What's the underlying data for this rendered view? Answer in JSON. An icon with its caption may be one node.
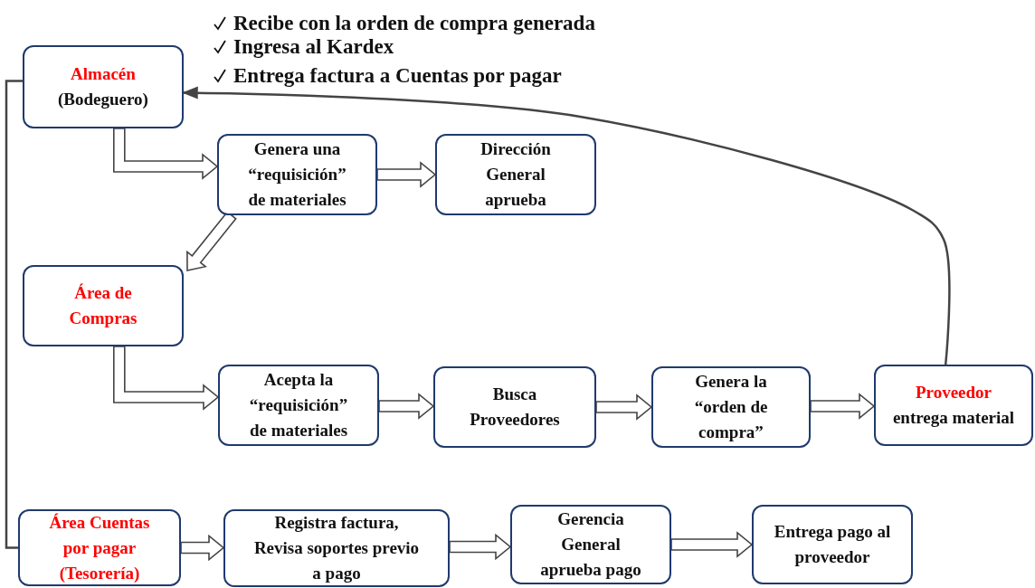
{
  "diagram": {
    "nodes": [
      {
        "text": [
          "Almacén",
          "(Bodeguero)"
        ]
      },
      {
        "text": [
          "Genera una “requisición” de materiales"
        ]
      },
      {
        "text": [
          "Dirección General aprueba"
        ]
      },
      {
        "text": [
          "Área de Compras"
        ]
      },
      {
        "text": [
          "Acepta la “requisición” de materiales"
        ]
      },
      {
        "text": [
          "Busca Proveedores"
        ]
      },
      {
        "text": [
          "Genera la “orden de compra”"
        ]
      },
      {
        "text": [
          "Proveedor",
          "entrega material"
        ]
      },
      {
        "text": [
          "Área Cuentas por pagar (Tesorería)"
        ]
      },
      {
        "text": [
          "Registra factura, Revisa soportes previo a pago"
        ]
      },
      {
        "text": [
          "Gerencia General aprueba pago"
        ]
      },
      {
        "text": [
          "Entrega pago al proveedor"
        ]
      }
    ],
    "edges": [
      {
        "from": 0,
        "to": 1,
        "arrow": "to",
        "style": "thick"
      },
      {
        "from": 1,
        "to": 2,
        "arrow": "to",
        "style": "thick"
      },
      {
        "from": 1,
        "to": 3,
        "arrow": "to",
        "style": "thick"
      },
      {
        "from": 3,
        "to": 4,
        "arrow": "to",
        "style": "thick"
      },
      {
        "from": 4,
        "to": 5,
        "arrow": "to",
        "style": "thick"
      },
      {
        "from": 5,
        "to": 6,
        "arrow": "to",
        "style": "thick"
      },
      {
        "from": 6,
        "to": 7,
        "arrow": "to",
        "style": "thick"
      },
      {
        "from": 7,
        "to": 0,
        "arrow": "to"
      },
      {
        "from": 0,
        "to": 8,
        "arrow": "none"
      },
      {
        "from": 8,
        "to": 9,
        "arrow": "to",
        "style": "thick"
      },
      {
        "from": 9,
        "to": 10,
        "arrow": "to",
        "style": "thick"
      },
      {
        "from": 10,
        "to": 11,
        "arrow": "to",
        "style": "thick"
      }
    ],
    "labels": [
      "Recibe con la orden de compra generada",
      "Ingresa al Kardex",
      "Entrega factura a Cuentas por pagar"
    ]
  }
}
